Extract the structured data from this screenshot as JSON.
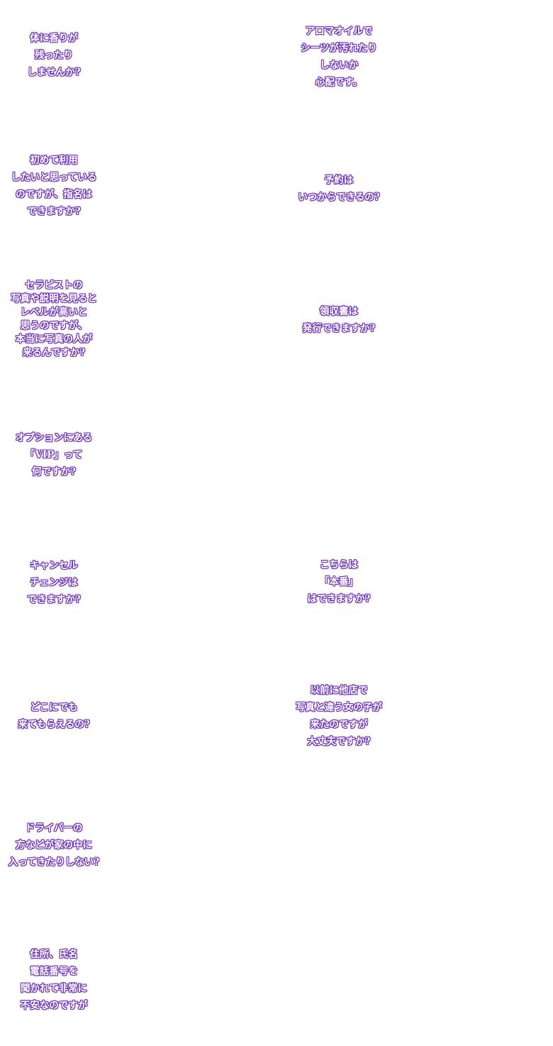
{
  "colors": {
    "outline": "#6a2fb8",
    "glow": "#b58cf0",
    "text_fill": "#ffffff",
    "background": "#ffffff"
  },
  "faq": {
    "left": [
      {
        "text": "体に香りが\n残ったり\nしませんか?"
      },
      {
        "text": "初めて利用\nしたいと思っている\nのですが、指名は\nできますか?"
      },
      {
        "text": "セラピストの\n写真や説明を見ると\nレベルが高いと\n思うのですが、\n本当に写真の人が\n来るんですか?"
      },
      {
        "text": "オプションにある\n「VIP」って\n何ですか?"
      },
      {
        "text": "キャンセル\nチェンジは\nできますか?"
      },
      {
        "text": "どこにでも\n来てもらえるの?"
      },
      {
        "text": "ドライバーの\n方などが家の中に\n入ってきたりしない?"
      },
      {
        "text": "住所、氏名\n電話番号を\n聞かれて非常に\n不安なのですが"
      }
    ],
    "right": [
      {
        "text": "アロマオイルで\nシーツが汚れたり\nしないか\n心配です。"
      },
      {
        "text": "予約は\nいつからできるの?"
      },
      {
        "text": "領収書は\n発行できますか?"
      },
      {
        "text": "こちらは\n「本番」\nはできますか?"
      },
      {
        "text": "以前に他店で\n写真と違う女の子が\n来たのですが\n大丈夫ですか?"
      }
    ]
  }
}
